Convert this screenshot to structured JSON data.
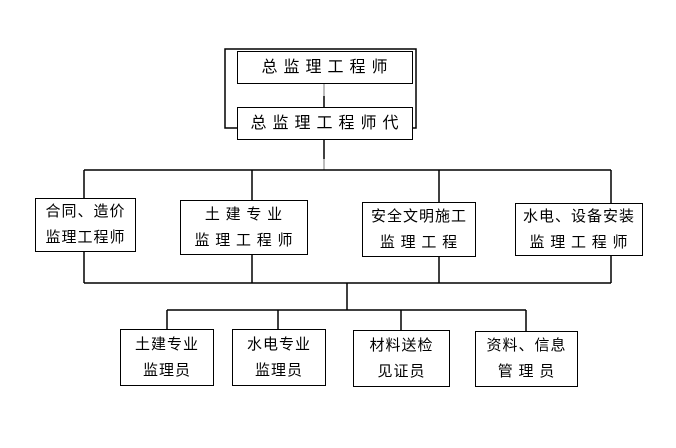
{
  "org_chart": {
    "top_group": {
      "chief": {
        "label": "总 监 理 工 程 师"
      },
      "deputy": {
        "label": "总 监 理 工 程 师 代"
      }
    },
    "supervisors": [
      {
        "line1": "合同、造价",
        "line2": "监理工程师"
      },
      {
        "line1": "土 建 专 业",
        "line2": "监 理 工 程 师"
      },
      {
        "line1": "安全文明施工",
        "line2": "监 理 工 程"
      },
      {
        "line1": "水电、设备安装",
        "line2": "监 理 工 程 师"
      }
    ],
    "staff": [
      {
        "line1": "土建专业",
        "line2": "监理员"
      },
      {
        "line1": "水电专业",
        "line2": "监理员"
      },
      {
        "line1": "材料送检",
        "line2": "见证员"
      },
      {
        "line1": "资料、信息",
        "line2": "管 理 员"
      }
    ],
    "colors": {
      "background": "#ffffff",
      "line": "#000000",
      "box_border": "#000000",
      "connector_gray": "#a6a6a6"
    }
  }
}
